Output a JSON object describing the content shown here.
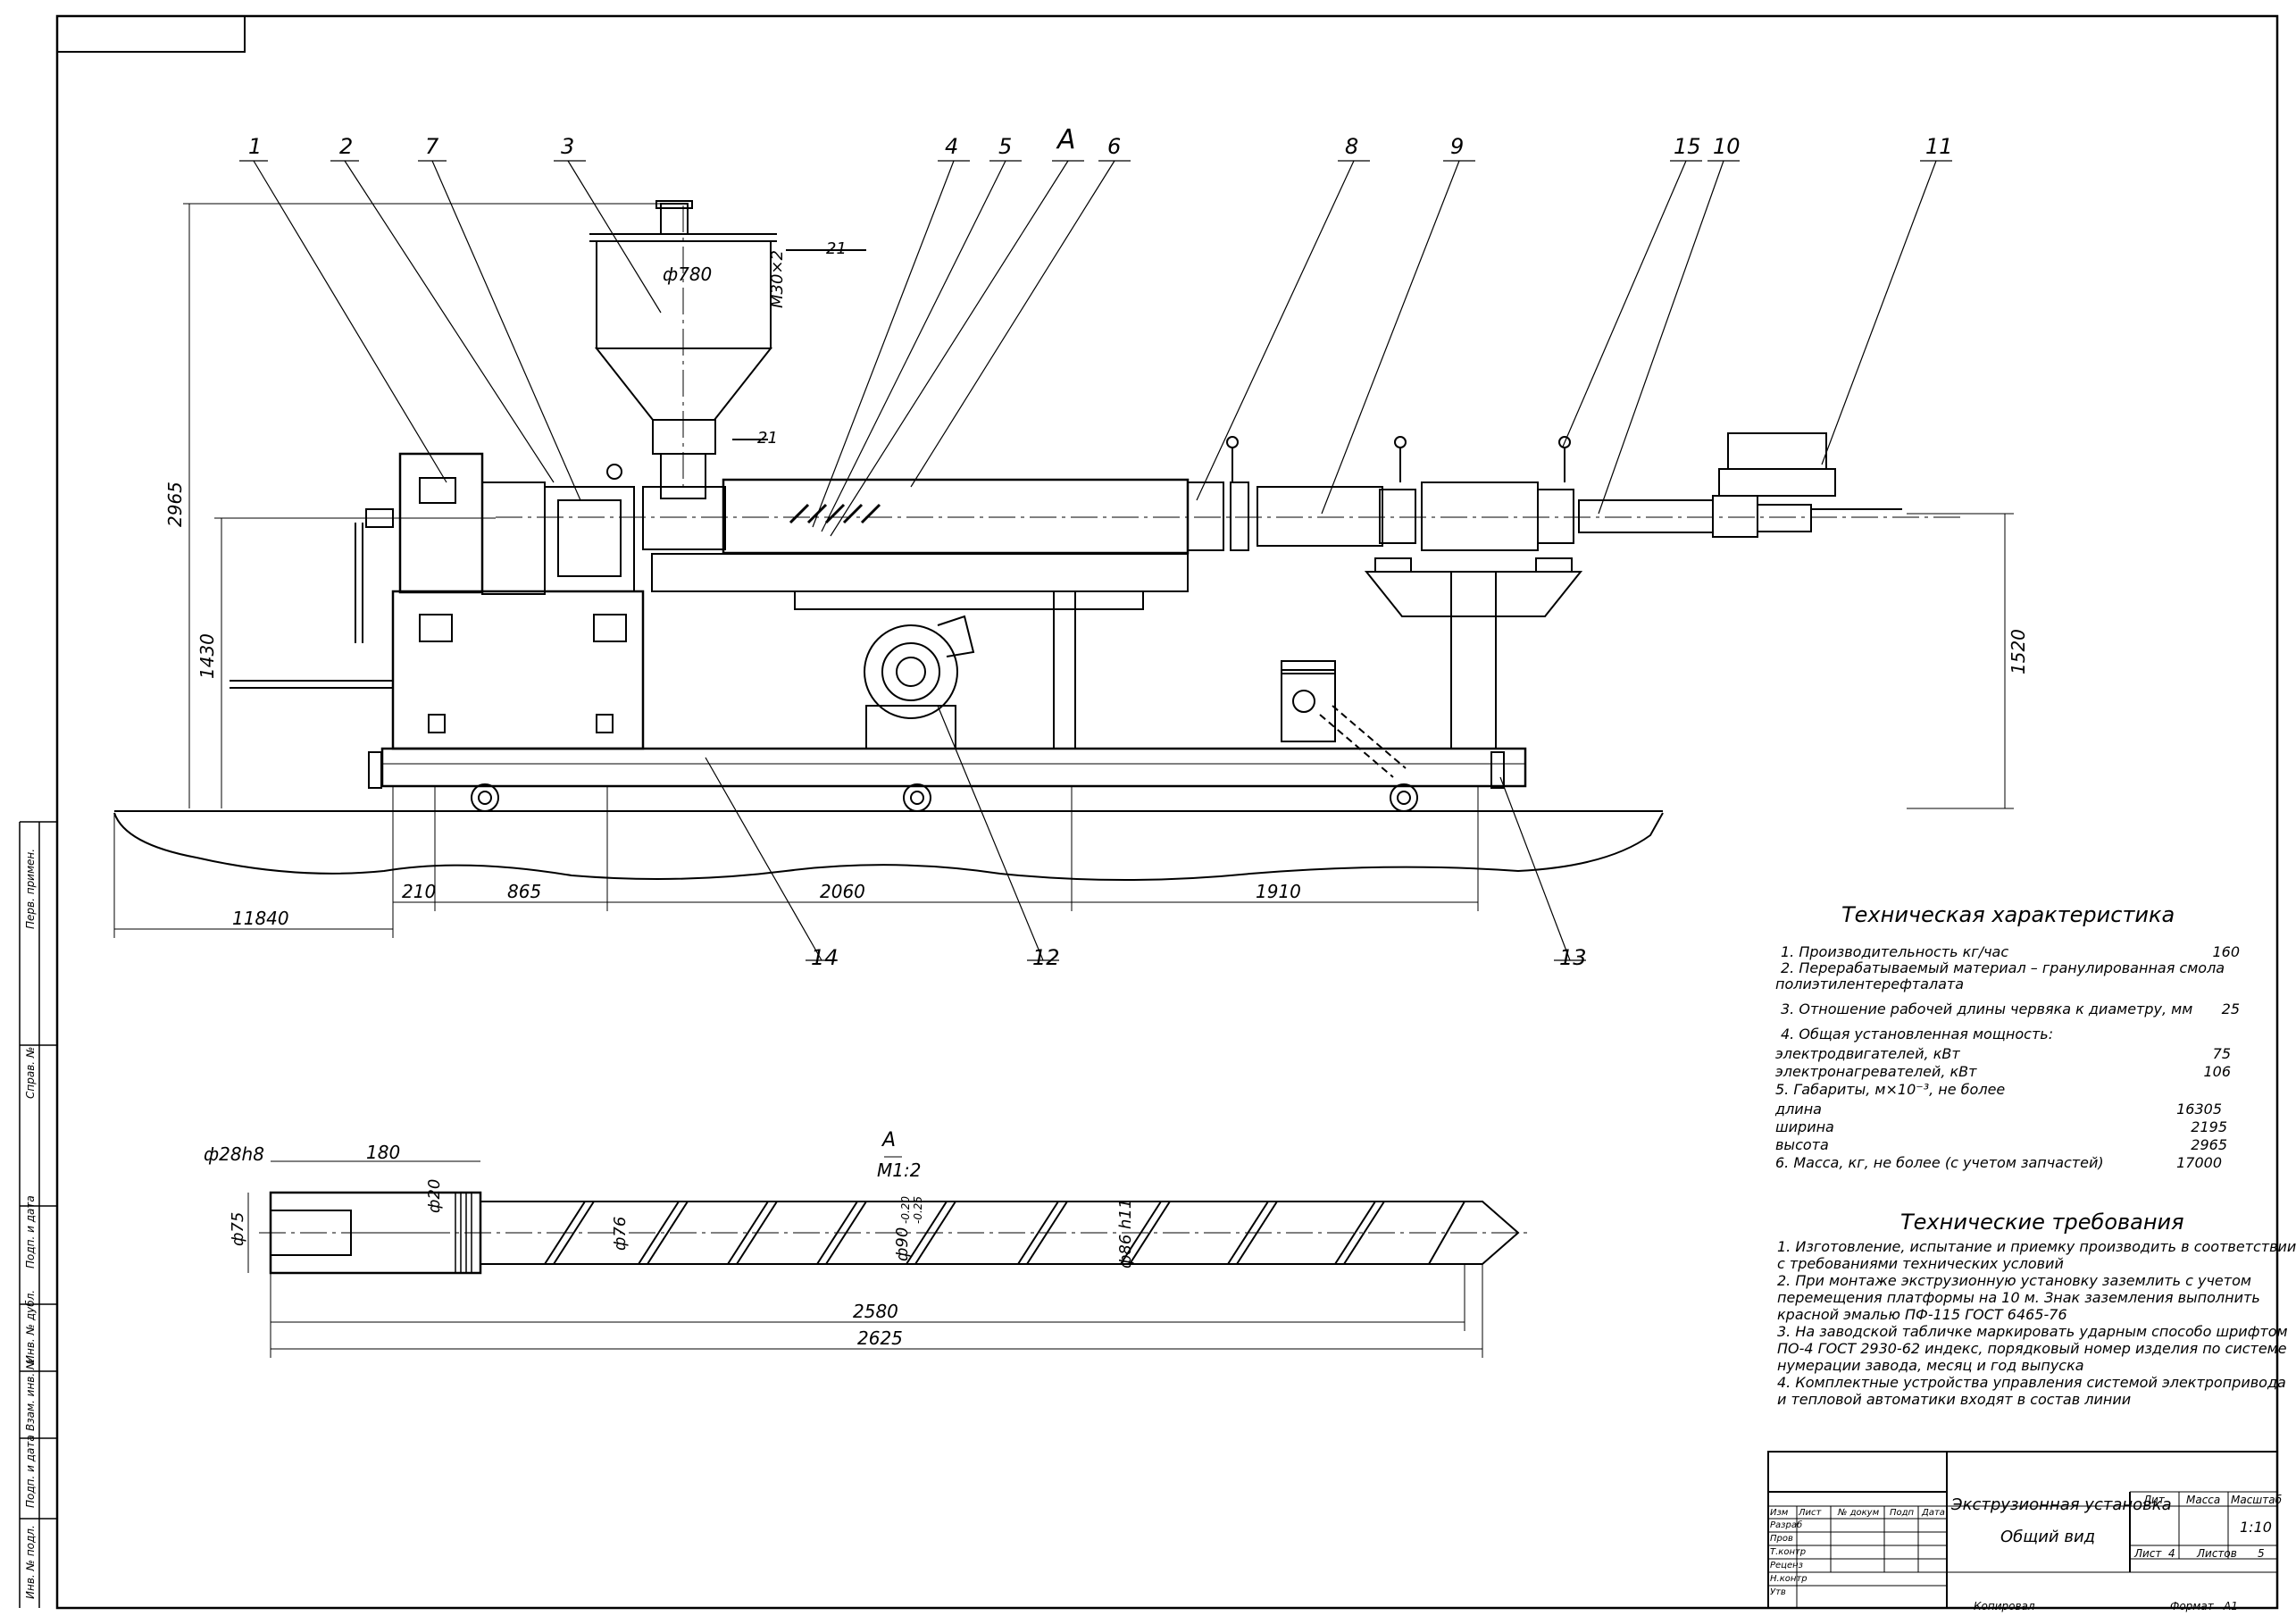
{
  "callouts": [
    "1",
    "2",
    "7",
    "3",
    "4",
    "5",
    "A",
    "6",
    "8",
    "9",
    "15",
    "10",
    "11",
    "12",
    "13",
    "14"
  ],
  "dimensions": {
    "hopper_diameter": "ф780",
    "hopper_thread": "М30×2",
    "total_height": "2965",
    "axis_height": "1430",
    "axis_height_right": "1520",
    "base_segments": [
      "11840",
      "210",
      "865",
      "2060",
      "1910"
    ],
    "marker": "21"
  },
  "tech_characteristics": {
    "title": "Техническая характеристика",
    "rows": [
      {
        "text": "1. Производительность кг/час",
        "value": "160"
      },
      {
        "text": "2. Перерабатываемый материал – гранулированная смола",
        "value": ""
      },
      {
        "text": "полиэтилентерефталата",
        "value": ""
      },
      {
        "text": "3. Отношение рабочей длины червяка к диаметру, мм",
        "value": "25"
      },
      {
        "text": "4. Общая установленная мощность:",
        "value": ""
      },
      {
        "text": "электродвигателей, кВт",
        "value": "75"
      },
      {
        "text": "электронагревателей, кВт",
        "value": "106"
      },
      {
        "text": "5. Габариты, м×10⁻³, не более",
        "value": ""
      },
      {
        "text": "длина",
        "value": "16305"
      },
      {
        "text": "ширина",
        "value": "2195"
      },
      {
        "text": "высота",
        "value": "2965"
      },
      {
        "text": "6. Масса, кг, не более (с учетом запчастей)",
        "value": "17000"
      }
    ]
  },
  "tech_requirements": {
    "title": "Технические требования",
    "lines": [
      "1. Изготовление, испытание и приемку производить в соответствии",
      "с требованиями технических условий",
      "2. При монтаже экструзионную установку заземлить с учетом",
      "перемещения платформы на 10 м. Знак заземления выполнить",
      "красной эмалью ПФ-115 ГОСТ 6465-76",
      "3. На заводской табличке маркировать ударным способо шрифтом",
      "ПО-4 ГОСТ 2930-62 индекс, порядковый номер изделия по системе",
      "нумерации завода, месяц и год выпуска",
      "4. Комплектные устройства управления системой электропривода",
      "и тепловой автоматики входят в состав линии"
    ]
  },
  "screw_view": {
    "label": "А",
    "scale": "М1:2",
    "dims": {
      "d_shank": "ф28h8",
      "len_180": "180",
      "d_75": "ф75",
      "d_20": "ф20",
      "d_76": "ф76",
      "d_90": "ф90",
      "tol_upper": "-0.20",
      "tol_lower": "-0.25",
      "d_86": "ф86 h11",
      "len_2580": "2580",
      "len_2625": "2625"
    }
  },
  "title_block": {
    "name_line1": "Экструзионная установка",
    "name_line2": "Общий вид",
    "head": [
      "Изм",
      "Лист",
      "№ докум",
      "Подп",
      "Дата"
    ],
    "roles": [
      "Разраб",
      "Пров",
      "Т.контр",
      "Реценз",
      "Н.контр",
      "Утв"
    ],
    "lit": "Лит",
    "mass": "Масса",
    "scale_label": "Масштаб",
    "scale_value": "1:10",
    "sheet_label": "Лист",
    "sheet_value": "4",
    "sheets_label": "Листов",
    "sheets_value": "5",
    "copied": "Копировал",
    "format": "Формат",
    "format_value": "А1"
  },
  "side_stamps": [
    "Перв. примен.",
    "Справ. №",
    "Подп. и дата",
    "Инв. № дубл.",
    "Взам. инв. №",
    "Подп. и дата",
    "Инв. № подл."
  ]
}
